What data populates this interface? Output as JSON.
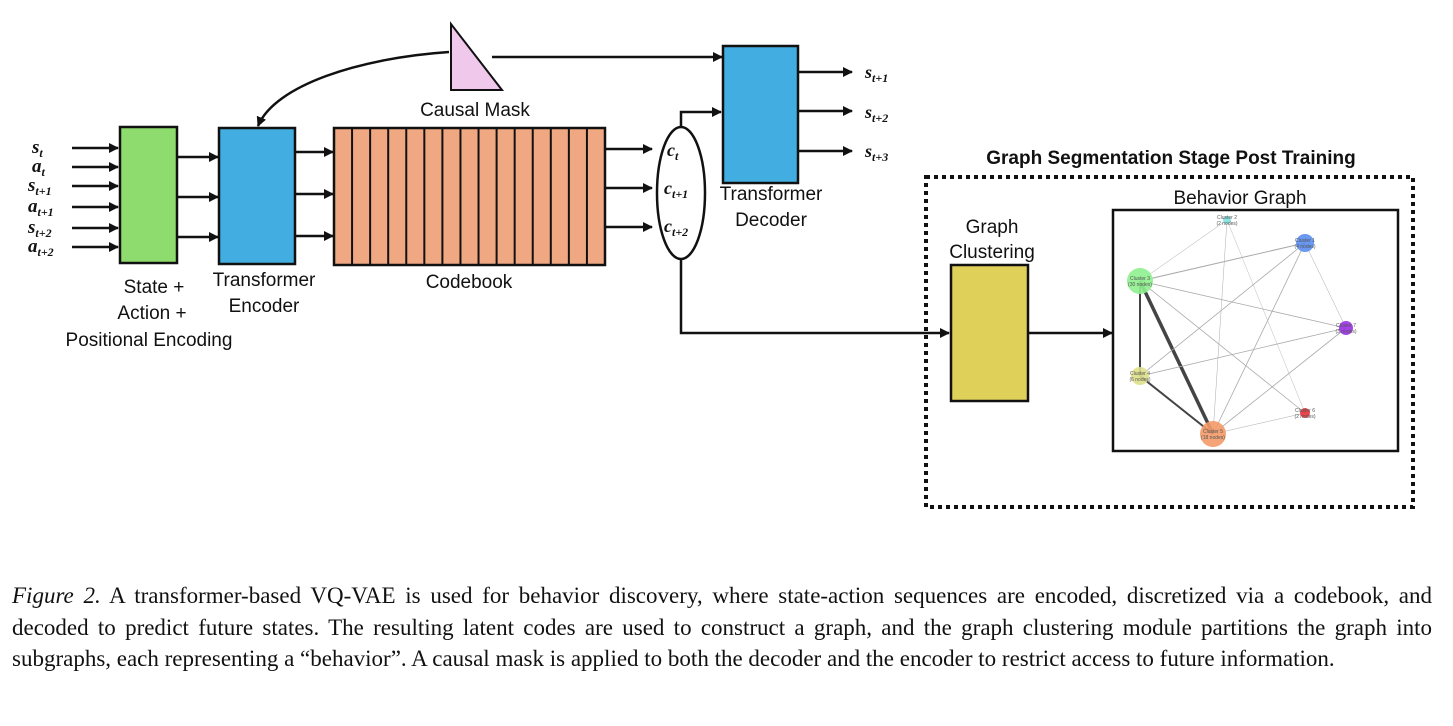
{
  "diagram": {
    "causal_mask_label": "Causal Mask",
    "embedding_label": [
      "State +",
      "Action +",
      "Positional Encoding"
    ],
    "encoder_label": [
      "Transformer",
      "Encoder"
    ],
    "codebook_label": "Codebook",
    "decoder_label": [
      "Transformer",
      "Decoder"
    ],
    "inputs": [
      {
        "base": "s",
        "sub": "t"
      },
      {
        "base": "a",
        "sub": "t"
      },
      {
        "base": "s",
        "sub": "t+1"
      },
      {
        "base": "a",
        "sub": "t+1"
      },
      {
        "base": "s",
        "sub": "t+2"
      },
      {
        "base": "a",
        "sub": "t+2"
      }
    ],
    "codes": [
      {
        "base": "c",
        "sub": "t"
      },
      {
        "base": "c",
        "sub": "t+1"
      },
      {
        "base": "c",
        "sub": "t+2"
      }
    ],
    "outputs": [
      {
        "base": "s",
        "sub": "t+1"
      },
      {
        "base": "s",
        "sub": "t+2"
      },
      {
        "base": "s",
        "sub": "t+3"
      }
    ],
    "post_training_title": "Graph Segmentation Stage Post Training",
    "graph_clustering_label": [
      "Graph",
      "Clustering"
    ],
    "behavior_graph_title": "Behavior Graph",
    "clusters": [
      {
        "name": "Cluster 2",
        "nodes": "(2 nodes)",
        "color": "#7fe3e0"
      },
      {
        "name": "Cluster 1",
        "nodes": "(4 nodes)",
        "color": "#5b8def"
      },
      {
        "name": "Cluster 3",
        "nodes": "(30 nodes)",
        "color": "#8ef08e"
      },
      {
        "name": "Cluster 7",
        "nodes": "(3 nodes)",
        "color": "#9b30e8"
      },
      {
        "name": "Cluster 4",
        "nodes": "(6 nodes)",
        "color": "#dde08a"
      },
      {
        "name": "Cluster 6",
        "nodes": "(2 nodes)",
        "color": "#e8333a"
      },
      {
        "name": "Cluster 5",
        "nodes": "(18 nodes)",
        "color": "#f39a68"
      }
    ],
    "colors": {
      "embedding": "#8fdc6e",
      "encoder": "#42ade0",
      "codebook": "#f0a882",
      "decoder": "#42ade0",
      "clustering": "#dfd05a",
      "mask": "#efc8ec"
    }
  },
  "caption": {
    "figure_label": "Figure 2.",
    "text": " A transformer-based VQ-VAE is used for behavior discovery, where state-action sequences are encoded, discretized via a codebook, and decoded to predict future states. The resulting latent codes are used to construct a graph, and the graph clustering module partitions the graph into subgraphs, each representing a “behavior”. A causal mask is applied to both the decoder and the encoder to restrict access to future information."
  }
}
